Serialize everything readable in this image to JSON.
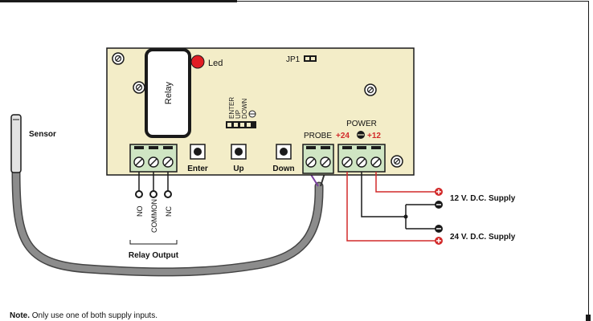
{
  "labels": {
    "led": "Led",
    "jp1": "JP1",
    "relay": "Relay",
    "enter_vert": "ENTER",
    "up_vert": "UP",
    "down_vert": "DOWN",
    "power": "POWER",
    "probe": "PROBE",
    "plus24": "+24",
    "plus12": "+12",
    "btn_enter": "Enter",
    "btn_up": "Up",
    "btn_down": "Down",
    "sensor": "Sensor",
    "no": "NO",
    "common": "COMMON",
    "nc": "NC",
    "relay_output": "Relay Output",
    "supply12": "12 V. D.C. Supply",
    "supply24": "24 V. D.C. Supply"
  },
  "note": {
    "prefix": "Note.",
    "text": "Only use one of both supply inputs."
  },
  "colors": {
    "board": "#f3edc8",
    "terminal_green": "#cfe5c3",
    "led_red": "#e11d24",
    "wire_red": "#d22a2a",
    "cable_gray": "#8c8c8c",
    "outline": "#1a1a1a"
  }
}
